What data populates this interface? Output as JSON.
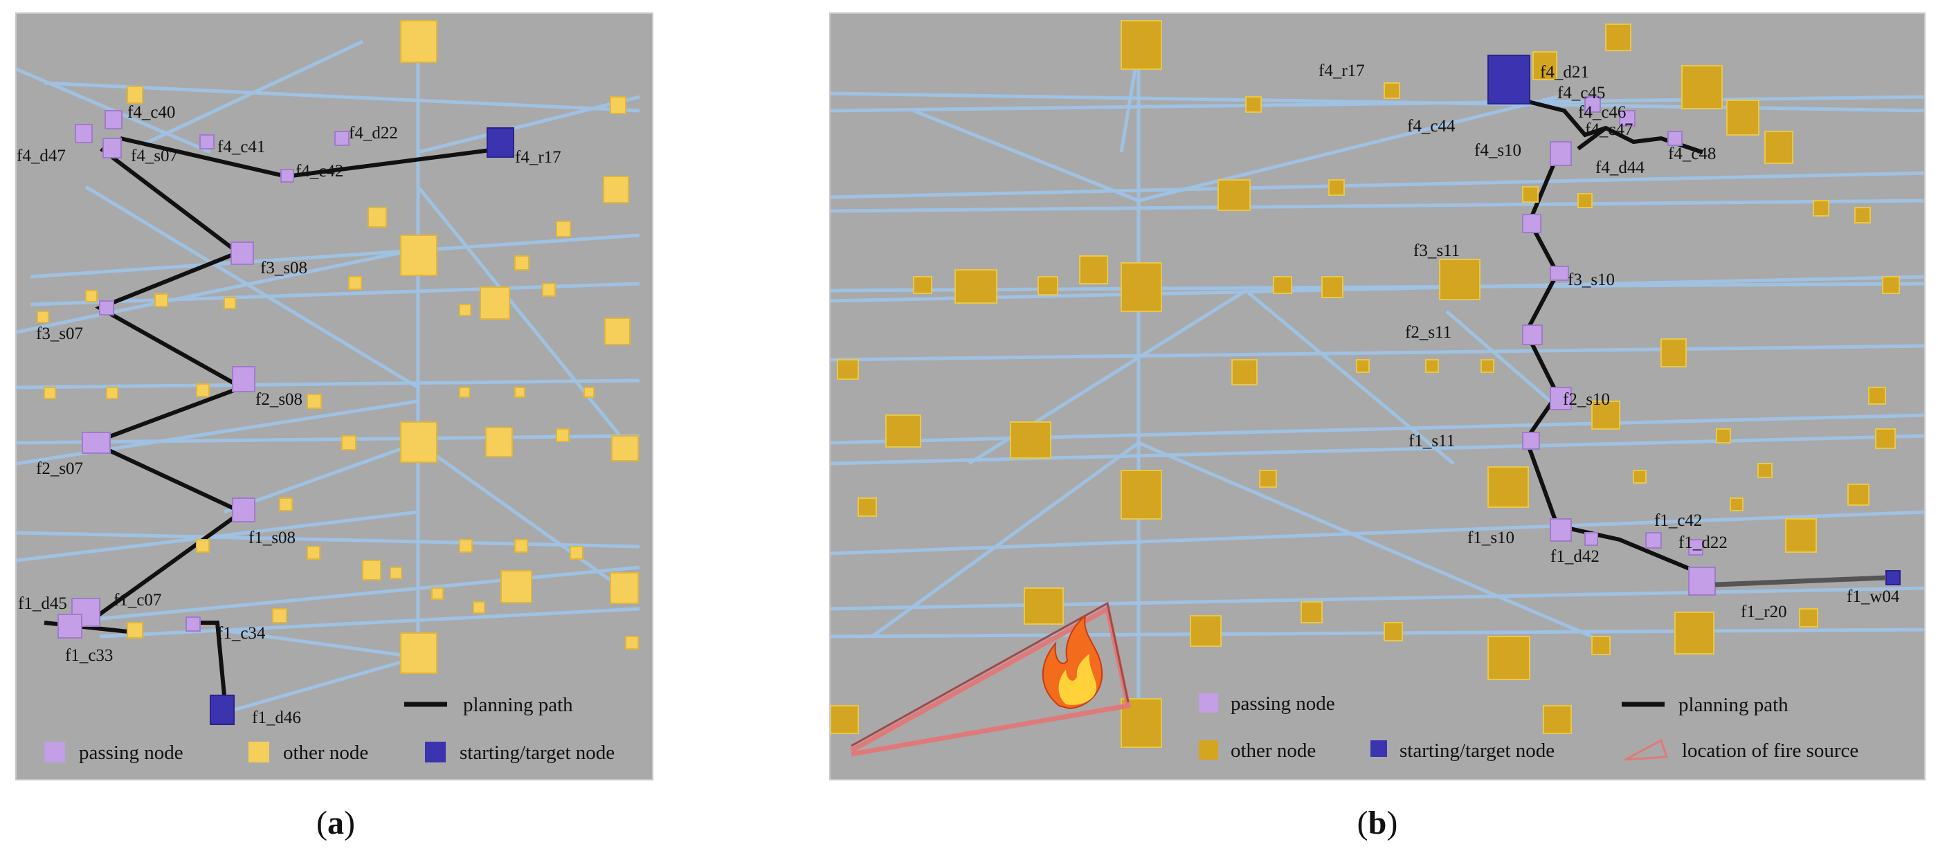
{
  "captions": {
    "a_open": "(",
    "a_letter": "a",
    "a_close": ")",
    "b_open": "(",
    "b_letter": "b",
    "b_close": ")"
  },
  "colors": {
    "background": "#a9a9a9",
    "edge": "#9fc3e6",
    "path": "#111111",
    "passing": "#c49ee6",
    "other_a": "#f5cf5a",
    "other_b": "#d4a520",
    "start_target": "#3b33b0",
    "fire_outline": "#e07a7a"
  },
  "legend_a": {
    "passing": "passing node",
    "other": "other node",
    "start_target": "starting/target node",
    "path": "planning path"
  },
  "legend_b": {
    "passing": "passing node",
    "other": "other node",
    "start_target": "starting/target node",
    "path": "planning path",
    "fire": "location of fire source"
  },
  "panel_a": {
    "labels": [
      "f4_c40",
      "f4_d47",
      "f4_s07",
      "f4_c41",
      "f4_d22",
      "f4_c42",
      "f4_r17",
      "f3_s08",
      "f3_s07",
      "f2_s08",
      "f2_s07",
      "f1_s08",
      "f1_d45",
      "f1_c07",
      "f1_c33",
      "f1_c34",
      "f1_d46"
    ]
  },
  "panel_b": {
    "labels": [
      "f4_r17",
      "f4_d21",
      "f4_c45",
      "f4_c46",
      "f4_c44",
      "f4_c47",
      "f4_s10",
      "f4_c48",
      "f4_d44",
      "f3_s11",
      "f3_s10",
      "f2_s11",
      "f2_s10",
      "f1_s11",
      "f1_c42",
      "f1_s10",
      "f1_d22",
      "f1_d42",
      "f1_r20",
      "f1_w04"
    ],
    "fire_icon": "flame-icon"
  }
}
